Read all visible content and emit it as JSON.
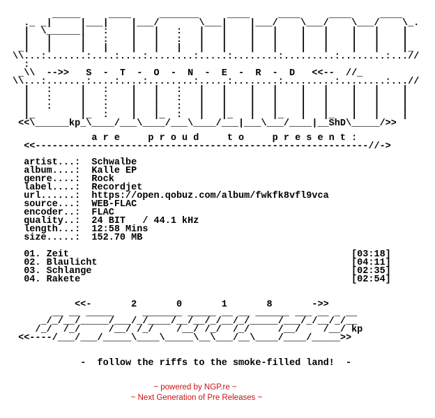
{
  "logo_top": "       _____     ____     _______     ____     ____     ____     ____\n  ._ _|     |___|    |___/       \\___|    |___/    \\___/    \\___/    \\_.\n  |  \\______|   :    |   |   :   |   |    |   |    |   |    |   |    |\n  |   |     |   :    |   |   :   |   |    |   |    |   |    |   |    |\n _|   |     |   |    |   |   |   |   |    |   |    |   |    |   |    |_\n\\\\...:.......:....:....:........:.....:........:.........:........:...//\n  :\n _\\\\  -->>   S  -  T  -  O  -  N  -  E  -  R  -  D   <<--  //_\n\\\\...:.......:....:....:........:.....:........:.........:........:...//\n  |   :     |   :    |   |   :   |   |    |   |    |   |    |   |    |\n  |   :     |   :    |   |   :   |   |    |   |    |   |    |   |    |\n  |   :     |   :    |   |   :   |   |    |   |    |   |    |   |    |\n  |_        |_  :    |   |_  :   |   |_   |   |_   |   |_   |   |    |\n <<\\______kp_\\____/___\\____/___\\____/___|___\\___/____|__ShD\\_____/>>",
  "tagline": "              a r e     p r o u d     t o     p r e s e n t :",
  "rule_top": "  <<-----------------------------------------------------------//->",
  "info": "  artist...:  Schwalbe\n  album....:  Kalle EP\n  genre....:  Rock\n  label....:  Recordjet\n  url......:  https://open.qobuz.com/album/fwkfk8vfl9vca\n  source...:  WEB-FLAC\n  encoder..:  FLAC\n  quality..:  24 BIT   / 44.1 kHz\n  length...:  12:58 Mins\n  size.....:  152.70 MB",
  "tracks": "  01. Zeit                                                  [03:18]\n  02. Blaulicht                                             [04:11]\n  03. Schlange                                              [02:35]\n  04. Rakete                                                [02:54]",
  "year": "           <<-       2       0       1       8       ->>",
  "logo_bottom": "       __ __ _____     _______ _____ __ __ ______ ___ __ _ __\n     _/_/__/_____/___/_/____/__/__/_/__/_/_____/___/_/__/_/__\n    /_/  /_/     /__/ /_/    /__/ /_/  /_/     /__/    /__/ kp\n <<----/___/___/_____\\____\\_____\\__\\___/__\\____/____/_____>>",
  "motto": "            -  follow the riffs to the smoke-filled land!  -",
  "footer": {
    "line1": "~ powered by NGP.re ~",
    "line2": "~ Next Generation of Pre Releases ~"
  }
}
